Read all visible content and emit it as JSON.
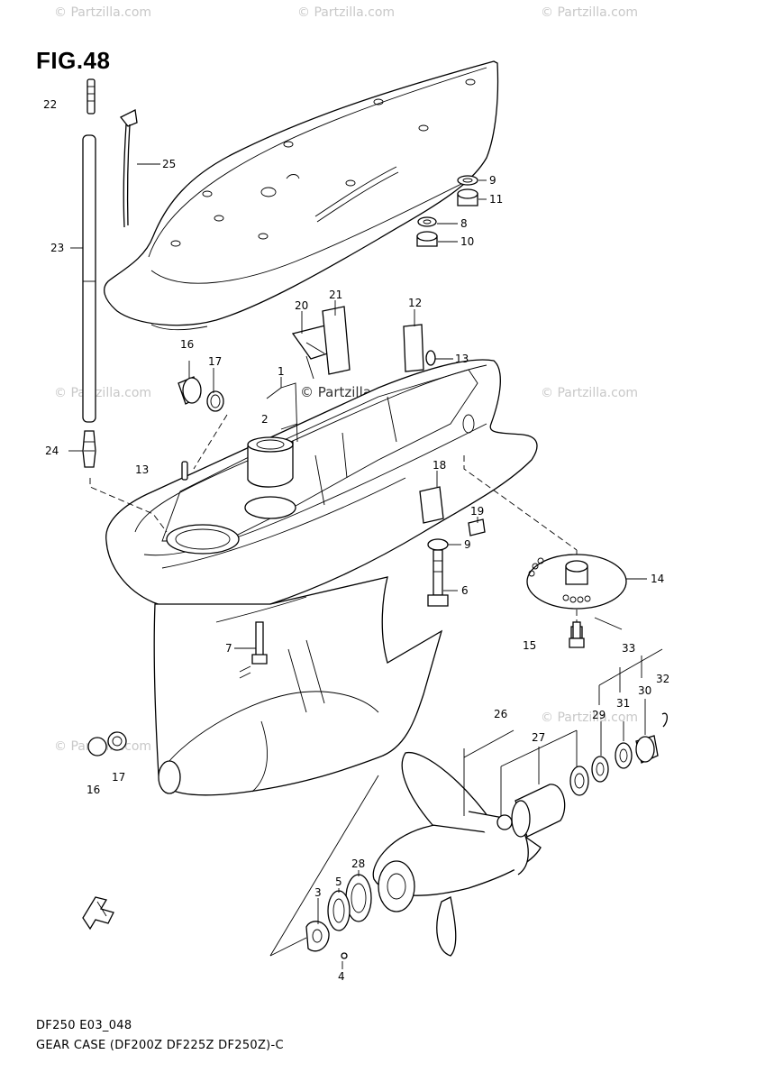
{
  "figure": {
    "title": "FIG.48",
    "model_code": "DF250 E03_048",
    "caption": "GEAR CASE (DF200Z DF225Z DF250Z)-C"
  },
  "watermark": {
    "text": "© Partzilla.com"
  },
  "callouts": [
    {
      "id": "c22",
      "label": "22"
    },
    {
      "id": "c25",
      "label": "25"
    },
    {
      "id": "c23",
      "label": "23"
    },
    {
      "id": "c24",
      "label": "24"
    },
    {
      "id": "c9a",
      "label": "9"
    },
    {
      "id": "c11",
      "label": "11"
    },
    {
      "id": "c8",
      "label": "8"
    },
    {
      "id": "c10",
      "label": "10"
    },
    {
      "id": "c20",
      "label": "20"
    },
    {
      "id": "c21",
      "label": "21"
    },
    {
      "id": "c12",
      "label": "12"
    },
    {
      "id": "c13a",
      "label": "13"
    },
    {
      "id": "c16a",
      "label": "16"
    },
    {
      "id": "c17a",
      "label": "17"
    },
    {
      "id": "c1",
      "label": "1"
    },
    {
      "id": "c2",
      "label": "2"
    },
    {
      "id": "c13b",
      "label": "13"
    },
    {
      "id": "c18",
      "label": "18"
    },
    {
      "id": "c19",
      "label": "19"
    },
    {
      "id": "c9b",
      "label": "9"
    },
    {
      "id": "c6",
      "label": "6"
    },
    {
      "id": "c14",
      "label": "14"
    },
    {
      "id": "c15",
      "label": "15"
    },
    {
      "id": "c7",
      "label": "7"
    },
    {
      "id": "c33",
      "label": "33"
    },
    {
      "id": "c32",
      "label": "32"
    },
    {
      "id": "c29",
      "label": "29"
    },
    {
      "id": "c31",
      "label": "31"
    },
    {
      "id": "c30",
      "label": "30"
    },
    {
      "id": "c26",
      "label": "26"
    },
    {
      "id": "c27",
      "label": "27"
    },
    {
      "id": "c16b",
      "label": "16"
    },
    {
      "id": "c17b",
      "label": "17"
    },
    {
      "id": "c28",
      "label": "28"
    },
    {
      "id": "c5",
      "label": "5"
    },
    {
      "id": "c3",
      "label": "3"
    },
    {
      "id": "c4",
      "label": "4"
    }
  ]
}
